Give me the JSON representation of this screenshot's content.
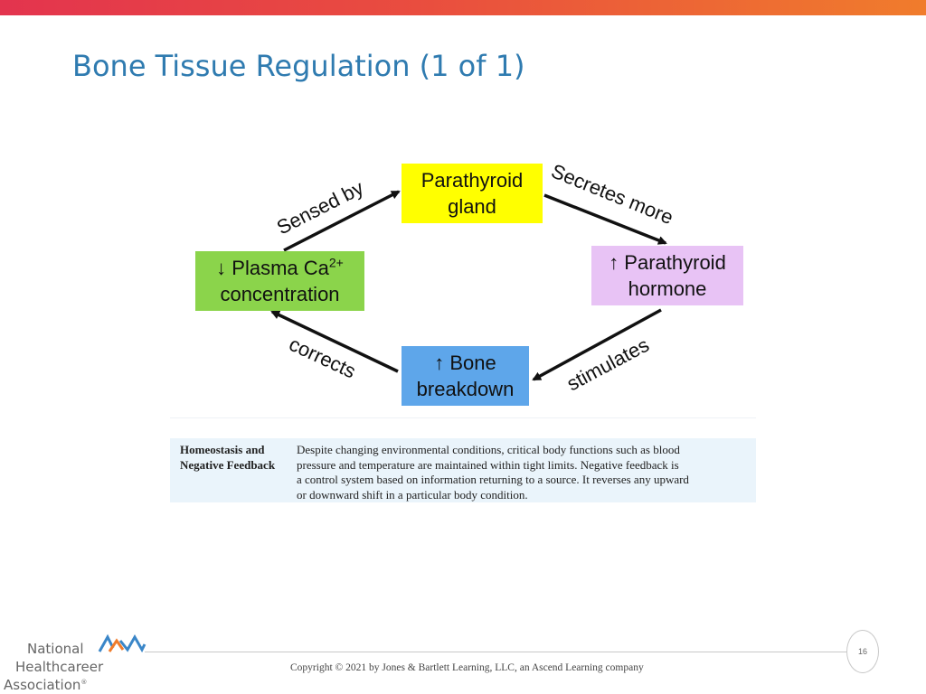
{
  "slide": {
    "title": "Bone Tissue Regulation (1 of 1)",
    "page_number": "16"
  },
  "diagram": {
    "nodes": {
      "parathyroid_gland": {
        "line1": "Parathyroid",
        "line2": "gland",
        "color": "#ffff00"
      },
      "parathyroid_hormone": {
        "line1": "↑ Parathyroid",
        "line2": "hormone",
        "color": "#e8c3f5"
      },
      "bone_breakdown": {
        "line1": "↑ Bone",
        "line2": "breakdown",
        "color": "#5ea6ea"
      },
      "plasma_ca": {
        "line1_prefix": "↓ Plasma Ca",
        "line1_sup": "2+",
        "line2": "concentration",
        "color": "#8bd44b"
      }
    },
    "edges": {
      "sensed_by": "Sensed by",
      "secretes_more": "Secretes more",
      "stimulates": "stimulates",
      "corrects": "corrects"
    }
  },
  "info_box": {
    "heading_line1": "Homeostasis and",
    "heading_line2": "Negative Feedback",
    "text_lines": [
      "Despite changing environmental conditions, critical body functions such as blood",
      "pressure and temperature are maintained within tight limits. Negative feedback is",
      "a control system based on information returning to a source. It reverses any upward",
      "or downward shift in a particular body condition."
    ]
  },
  "footer": {
    "copyright": "Copyright © 2021 by Jones & Bartlett Learning, LLC, an Ascend Learning company",
    "logo_line1": "National",
    "logo_line2": "Healthcareer",
    "logo_line3": "Association",
    "logo_mark": "®"
  }
}
